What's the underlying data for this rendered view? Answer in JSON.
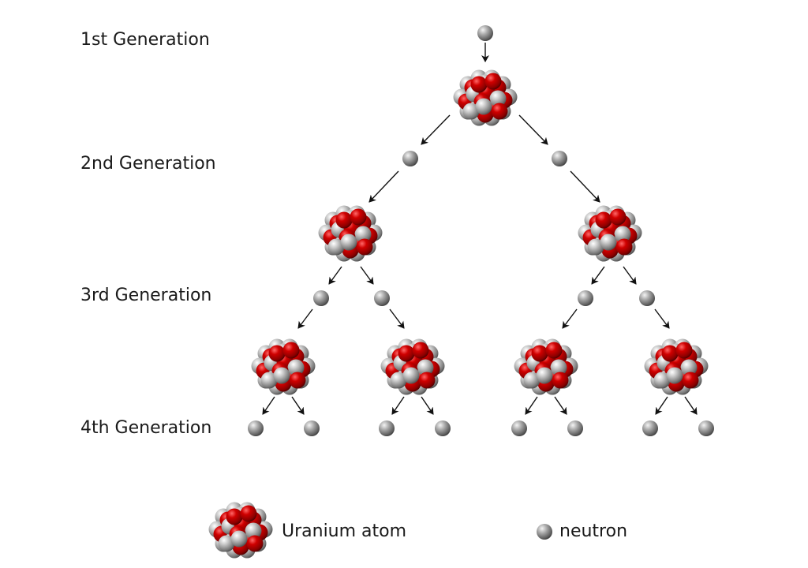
{
  "generations": [
    {
      "label": "1st Generation"
    },
    {
      "label": "2nd Generation"
    },
    {
      "label": "3rd Generation"
    },
    {
      "label": "4th Generation"
    }
  ],
  "legend": {
    "uranium_label": "Uranium atom",
    "uranium_icon": "uranium-atom-icon",
    "neutron_label": "neutron",
    "neutron_icon": "neutron-icon"
  },
  "colors": {
    "proton_red": "#b30000",
    "neutron_gray": "#9c9c9c",
    "arrow": "#111111"
  }
}
